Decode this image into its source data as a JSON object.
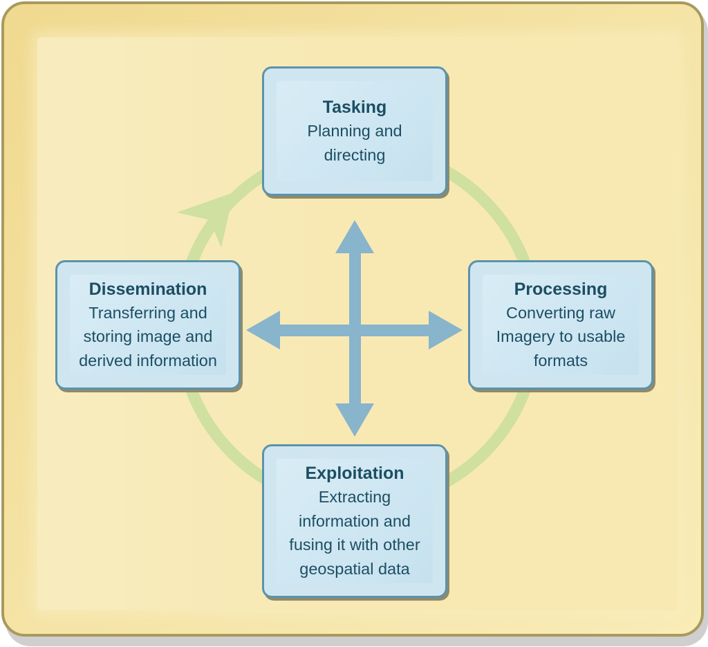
{
  "diagram": {
    "type": "cycle",
    "colors": {
      "frame_border": "#a89a5c",
      "frame_fill": "#f5e4a6",
      "box_border": "#5b93ab",
      "box_fill": "#cfe6f1",
      "text": "#1c4e63",
      "cycle_ring": "#cfe0a0",
      "cross_arrows": "#88b4cc"
    },
    "nodes": [
      {
        "id": "tasking",
        "title": "Tasking",
        "description": "Planning and\ndirecting"
      },
      {
        "id": "processing",
        "title": "Processing",
        "description": "Converting raw\nImagery to usable\nformats"
      },
      {
        "id": "exploitation",
        "title": "Exploitation",
        "description": "Extracting\ninformation and\nfusing it with other\ngeospatial data"
      },
      {
        "id": "dissemination",
        "title": "Dissemination",
        "description": "Transferring and\nstoring image and\nderived information"
      }
    ],
    "cycle_direction": "clockwise",
    "center_icon": "four-way-arrow-icon"
  }
}
